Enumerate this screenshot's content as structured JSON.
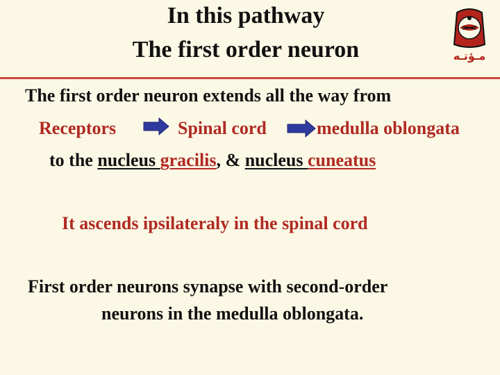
{
  "title": {
    "line1": "In this pathway",
    "line2": "The first order neuron"
  },
  "logo": {
    "caption": "مـؤتـه"
  },
  "body": {
    "line1": "The first order neuron extends all the way from",
    "path": [
      "Receptors",
      "Spinal cord",
      "medulla oblongata"
    ],
    "line3": {
      "prefix": "to the ",
      "nucleus1": "nucleus ",
      "gracilis": "gracilis",
      "comma": ", & ",
      "nucleus2": "nucleus ",
      "cuneatus": "cuneatus"
    },
    "line4": "It ascends ipsilateraly in the spinal cord",
    "line5a": "First order neurons synapse with second-order",
    "line5b": "neurons in the medulla oblongata."
  },
  "colors": {
    "background": "#fbf8e6",
    "accent_red": "#b02a22",
    "arrow_blue": "#2f3a9e"
  },
  "icons": [
    "university-emblem-icon",
    "right-arrow-icon"
  ]
}
